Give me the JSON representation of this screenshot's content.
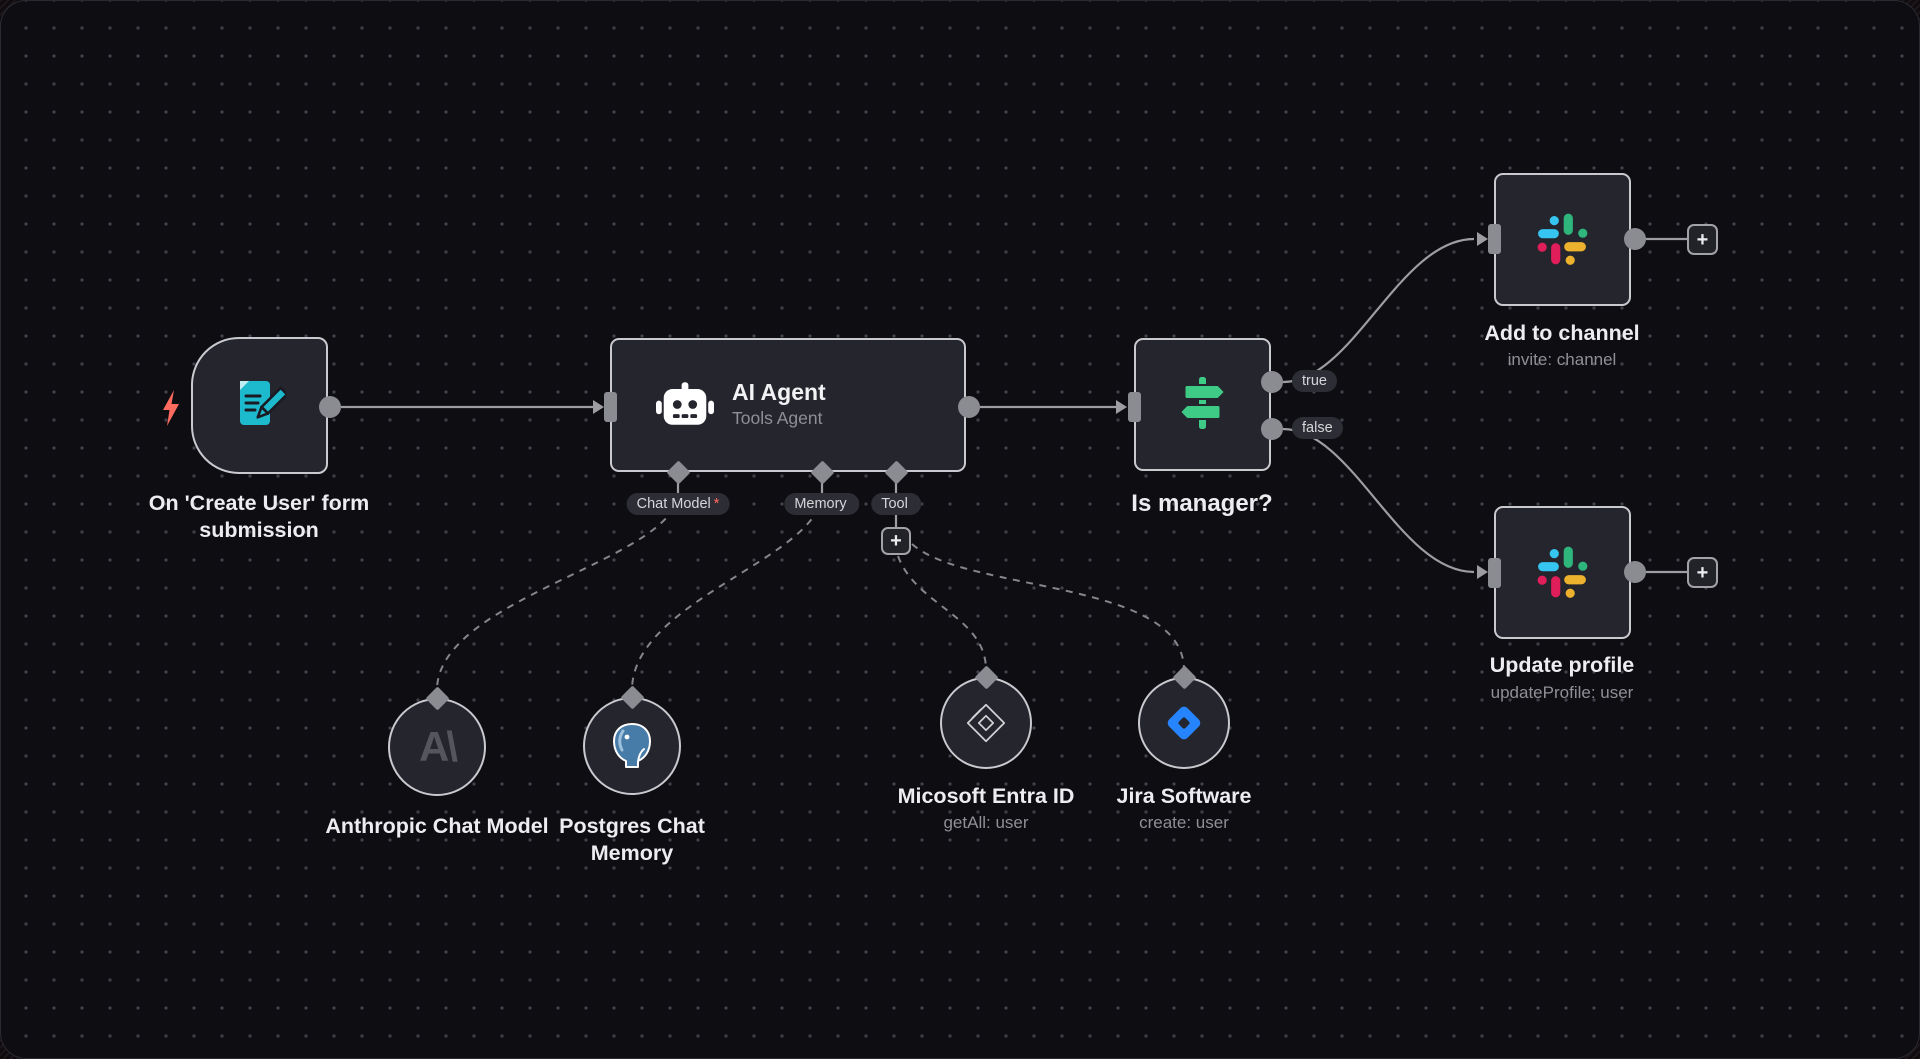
{
  "app": {
    "name": "workflow-canvas"
  },
  "palette": {
    "canvas_bg": "#0d0d12",
    "node_bg": "#25252d",
    "node_border": "#c9c9cf",
    "connector_gray": "#8b8b92",
    "wire_gray": "#9d9da2",
    "text_primary": "#ededf0",
    "text_secondary": "#8f8f96",
    "trigger_accent": "#ff6b5e",
    "form_icon_teal": "#1db9cd",
    "switch_icon_green": "#3ecb85",
    "jira_blue": "#2684FF",
    "postgres_blue": "#477CA8",
    "slack_blue": "#36C5F0",
    "slack_green": "#2EB67D",
    "slack_yellow": "#ECB22E",
    "slack_red": "#E01E5A"
  },
  "nodes": {
    "trigger": {
      "name": "On 'Create User' form submission"
    },
    "agent": {
      "title": "AI Agent",
      "subtitle": "Tools Agent",
      "ports": [
        {
          "label": "Chat Model",
          "required": "*"
        },
        {
          "label": "Memory",
          "required": ""
        },
        {
          "label": "Tool",
          "required": ""
        }
      ]
    },
    "is_manager": {
      "name": "Is manager?",
      "outputs": [
        "true",
        "false"
      ]
    },
    "anthropic": {
      "name": "Anthropic Chat Model",
      "logo": "A\\"
    },
    "postgres": {
      "name": "Postgres Chat Memory"
    },
    "entra": {
      "name": "Micosoft Entra ID",
      "operation": "getAll: user"
    },
    "jira": {
      "name": "Jira Software",
      "operation": "create: user"
    },
    "slack_add": {
      "name": "Add to channel",
      "operation": "invite: channel"
    },
    "slack_update": {
      "name": "Update profile",
      "operation": "updateProfile: user"
    }
  },
  "misc": {
    "plus": "+"
  }
}
